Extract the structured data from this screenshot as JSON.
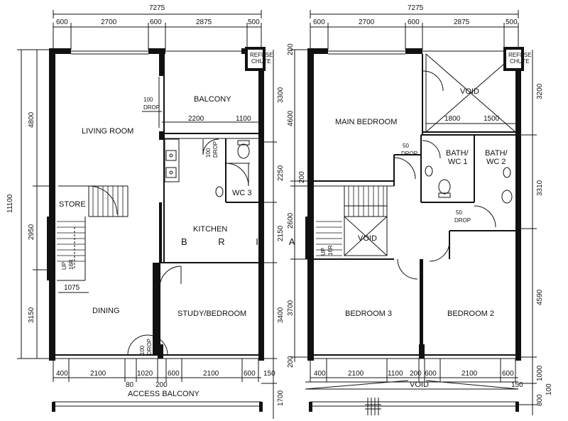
{
  "left_plan": {
    "top_total": "7275",
    "top_dims": [
      "600",
      "2700",
      "600",
      "2875",
      "500"
    ],
    "left_total": "11100",
    "left_dims": [
      "4800",
      "2950",
      "3150"
    ],
    "right_dims": [
      "3300",
      "2250",
      "2150",
      "3400"
    ],
    "bottom_dims": [
      "400",
      "2100",
      "80",
      "1020",
      "200",
      "600",
      "2100",
      "600",
      "150"
    ],
    "bottom_right_dim": "1700",
    "balcony_dims": [
      "2200",
      "1100"
    ],
    "store_dim": "1075",
    "rooms": {
      "living_room": "LIVING ROOM",
      "balcony": "BALCONY",
      "kitchen": "KITCHEN",
      "wc3": "WC 3",
      "store": "STORE",
      "dining": "DINING",
      "study": "STUDY/BEDROOM",
      "refuse_chute_1": "REFUSE",
      "refuse_chute_2": "CHUTE",
      "access_balcony": "ACCESS BALCONY"
    },
    "drops": {
      "balcony_drop_value": "100",
      "balcony_drop_label": "DROP",
      "wc_drop_value": "100",
      "wc_drop_label": "DROP",
      "entry_drop_value": "100",
      "entry_drop_label": "DROP"
    },
    "stair_label": "UP",
    "stair_count": "16R"
  },
  "right_plan": {
    "top_total": "7275",
    "top_dims": [
      "600",
      "2700",
      "600",
      "2875",
      "500"
    ],
    "left_dims": [
      "4600",
      "200",
      "2600",
      "3700",
      "200"
    ],
    "left_top_dim": "200",
    "right_dims": [
      "3200",
      "3310",
      "4590",
      "1000",
      "800",
      "100"
    ],
    "void_dims": [
      "1800",
      "1500"
    ],
    "bottom_dims": [
      "400",
      "2100",
      "1100",
      "200",
      "600",
      "2100",
      "600",
      "150"
    ],
    "rooms": {
      "main_bedroom": "MAIN BEDROOM",
      "bath1_line1": "BATH/",
      "bath1_line2": "WC 1",
      "bath2_line1": "BATH/",
      "bath2_line2": "WC 2",
      "void_top": "VOID",
      "void_stair": "VOID",
      "bedroom3": "BEDROOM 3",
      "bedroom2": "BEDROOM 2",
      "void_bottom": "VOID",
      "refuse_chute_1": "REFUSE",
      "refuse_chute_2": "CHUTE"
    },
    "drops": {
      "mb_drop_value": "50",
      "mb_drop_label": "DROP",
      "wc_drop_value": "50",
      "wc_drop_label": "DROP"
    },
    "stair_label": "UP",
    "stair_count": "16R"
  },
  "watermark": "B R I A"
}
